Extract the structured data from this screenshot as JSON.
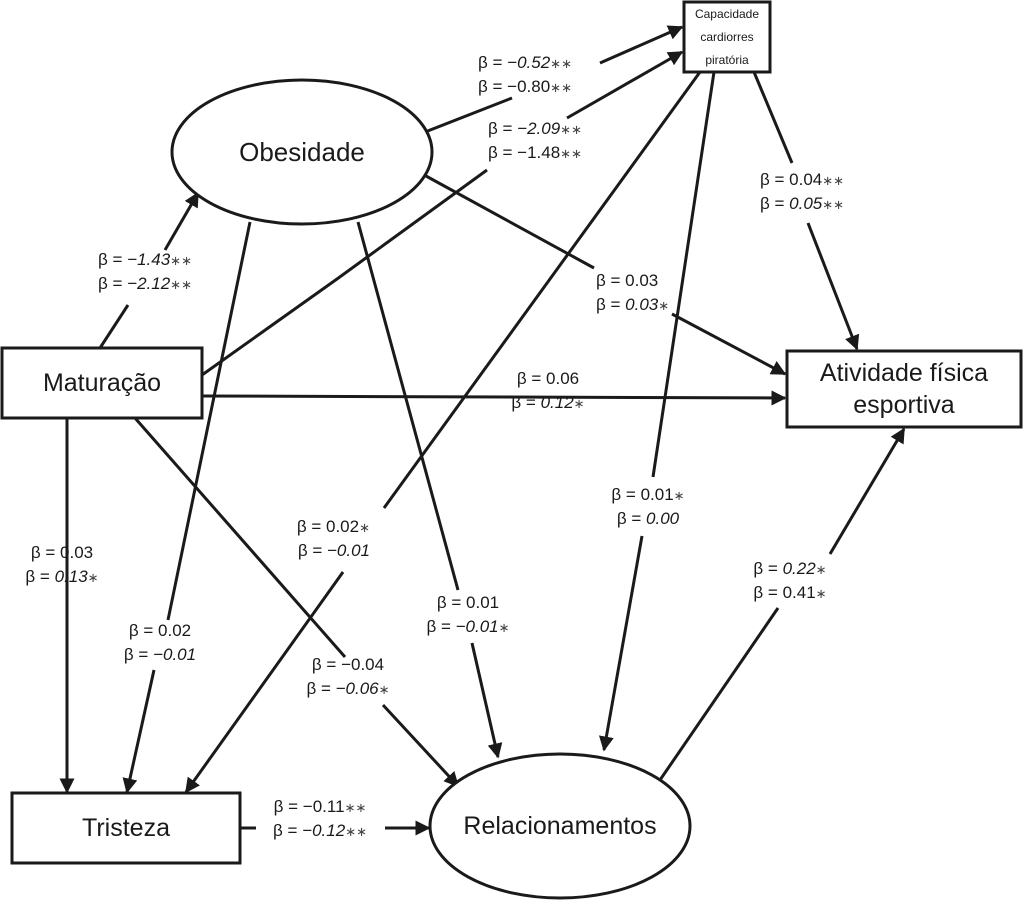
{
  "nodes": {
    "capacidade": {
      "label_lines": [
        "Capacidade",
        "cardiorres",
        "piratória"
      ],
      "shape": "rect"
    },
    "obesidade": {
      "label_lines": [
        "Obesidade"
      ],
      "shape": "ellipse"
    },
    "maturacao": {
      "label_lines": [
        "Maturação"
      ],
      "shape": "rect"
    },
    "atividade": {
      "label_lines": [
        "Atividade física",
        "esportiva"
      ],
      "shape": "rect"
    },
    "tristeza": {
      "label_lines": [
        "Tristeza"
      ],
      "shape": "rect"
    },
    "relacionamentos": {
      "label_lines": [
        "Relacionamentos"
      ],
      "shape": "ellipse"
    }
  },
  "edges": [
    {
      "id": "obesidade-capacidade",
      "from": "obesidade",
      "to": "capacidade",
      "coefficients": [
        {
          "text": "β = ",
          "value": "−0.52",
          "italic": true,
          "sig": "**"
        },
        {
          "text": "β = ",
          "value": "−0.80",
          "italic": false,
          "sig": "**"
        }
      ]
    },
    {
      "id": "maturacao-capacidade",
      "from": "maturacao",
      "to": "capacidade",
      "coefficients": [
        {
          "text": "β = ",
          "value": "−2.09",
          "italic": true,
          "sig": "**"
        },
        {
          "text": "β = ",
          "value": "−1.48",
          "italic": false,
          "sig": "**"
        }
      ]
    },
    {
      "id": "maturacao-obesidade",
      "from": "maturacao",
      "to": "obesidade",
      "coefficients": [
        {
          "text": "β = ",
          "value": "−1.43",
          "italic": true,
          "sig": "**"
        },
        {
          "text": "β = ",
          "value": "−2.12",
          "italic": true,
          "sig": "**"
        }
      ]
    },
    {
      "id": "capacidade-atividade",
      "from": "capacidade",
      "to": "atividade",
      "coefficients": [
        {
          "text": "β = ",
          "value": "0.04",
          "italic": false,
          "sig": "**"
        },
        {
          "text": "β = ",
          "value": "0.05",
          "italic": true,
          "sig": "**"
        }
      ]
    },
    {
      "id": "obesidade-atividade",
      "from": "obesidade",
      "to": "atividade",
      "coefficients": [
        {
          "text": "β = ",
          "value": "0.03",
          "italic": false,
          "sig": ""
        },
        {
          "text": "β = ",
          "value": "0.03",
          "italic": true,
          "sig": "*"
        }
      ]
    },
    {
      "id": "maturacao-atividade",
      "from": "maturacao",
      "to": "atividade",
      "coefficients": [
        {
          "text": "β = ",
          "value": "0.06",
          "italic": false,
          "sig": ""
        },
        {
          "text": "β = ",
          "value": "0.12",
          "italic": true,
          "sig": "*"
        }
      ]
    },
    {
      "id": "capacidade-relacionamentos",
      "from": "capacidade",
      "to": "relacionamentos",
      "coefficients": [
        {
          "text": "β = ",
          "value": "0.01",
          "italic": false,
          "sig": "*"
        },
        {
          "text": "β = ",
          "value": "0.00",
          "italic": true,
          "sig": ""
        }
      ]
    },
    {
      "id": "capacidade-tristeza",
      "from": "capacidade",
      "to": "tristeza",
      "coefficients": [
        {
          "text": "β = ",
          "value": "0.02",
          "italic": false,
          "sig": "*"
        },
        {
          "text": "β = ",
          "value": "−0.01",
          "italic": true,
          "sig": ""
        }
      ]
    },
    {
      "id": "obesidade-tristeza",
      "from": "obesidade",
      "to": "tristeza",
      "coefficients": [
        {
          "text": "β = ",
          "value": "0.02",
          "italic": false,
          "sig": ""
        },
        {
          "text": "β = ",
          "value": "−0.01",
          "italic": true,
          "sig": ""
        }
      ]
    },
    {
      "id": "obesidade-relacionamentos",
      "from": "obesidade",
      "to": "relacionamentos",
      "coefficients": [
        {
          "text": "β = ",
          "value": "0.01",
          "italic": false,
          "sig": ""
        },
        {
          "text": "β = ",
          "value": "−0.01",
          "italic": true,
          "sig": "*"
        }
      ]
    },
    {
      "id": "maturacao-tristeza",
      "from": "maturacao",
      "to": "tristeza",
      "coefficients": [
        {
          "text": "β = ",
          "value": "0.03",
          "italic": false,
          "sig": ""
        },
        {
          "text": "β = ",
          "value": "0.13",
          "italic": true,
          "sig": "*"
        }
      ]
    },
    {
      "id": "maturacao-relacionamentos",
      "from": "maturacao",
      "to": "relacionamentos",
      "coefficients": [
        {
          "text": "β = ",
          "value": "−0.04",
          "italic": false,
          "sig": ""
        },
        {
          "text": "β = ",
          "value": "−0.06",
          "italic": true,
          "sig": "*"
        }
      ]
    },
    {
      "id": "relacionamentos-atividade",
      "from": "relacionamentos",
      "to": "atividade",
      "coefficients": [
        {
          "text": "β = ",
          "value": "0.22",
          "italic": true,
          "sig": "*"
        },
        {
          "text": "β = ",
          "value": "0.41",
          "italic": false,
          "sig": "*"
        }
      ]
    },
    {
      "id": "tristeza-relacionamentos",
      "from": "tristeza",
      "to": "relacionamentos",
      "coefficients": [
        {
          "text": "β = ",
          "value": "−0.11",
          "italic": false,
          "sig": "**"
        },
        {
          "text": "β = ",
          "value": "−0.12",
          "italic": true,
          "sig": "**"
        }
      ]
    }
  ]
}
